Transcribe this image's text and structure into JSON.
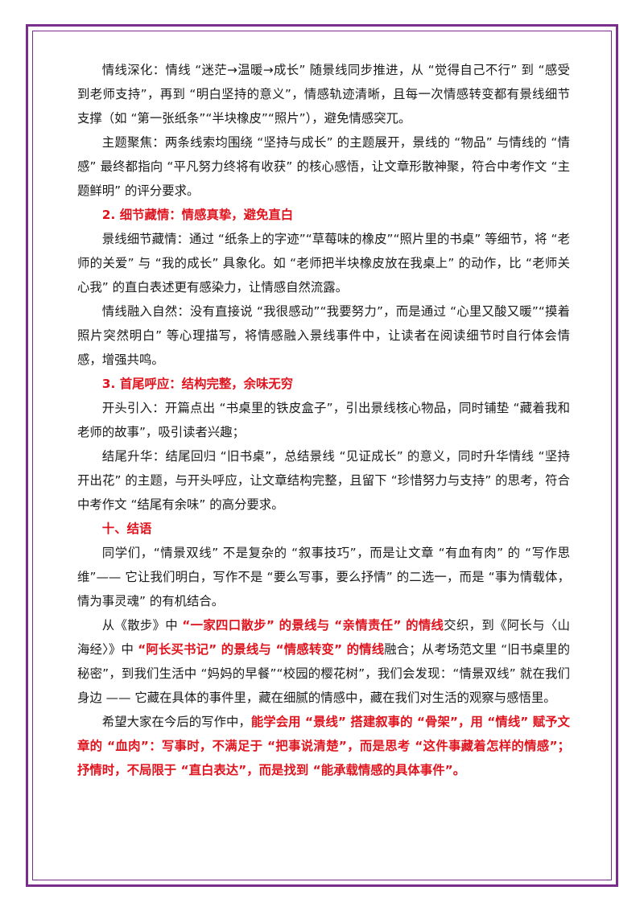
{
  "colors": {
    "accent_red": "#e0141e",
    "frame_purple": "#7a2e8c"
  },
  "p1": "情线深化：情线 “迷茫→温暖→成长” 随景线同步推进，从 “觉得自己不行” 到 “感受到老师支持”，再到 “明白坚持的意义”，情感轨迹清晰，且每一次情感转变都有景线细节支撑（如 “第一张纸条”“半块橡皮”“照片”），避免情感突兀。",
  "p2": "主题聚焦：两条线索均围绕 “坚持与成长” 的主题展开，景线的 “物品” 与情线的 “情感” 最终都指向 “平凡努力终将有收获” 的核心感悟，让文章形散神聚，符合中考作文 “主题鲜明” 的评分要求。",
  "h2": "2. 细节藏情：情感真挚，避免直白",
  "p3": "景线细节藏情：通过 “纸条上的字迹”“草莓味的橡皮”“照片里的书桌” 等细节，将 “老师的关爱” 与 “我的成长” 具象化。如 “老师把半块橡皮放在我桌上” 的动作，比 “老师关心我” 的直白表述更有感染力，让情感自然流露。",
  "p4": "情线融入自然：没有直接说 “我很感动”“我要努力”，而是通过 “心里又酸又暖”“摸着照片突然明白” 等心理描写，将情感融入景线事件中，让读者在阅读细节时自行体会情感，增强共鸣。",
  "h3": "3. 首尾呼应：结构完整，余味无穷",
  "p5": "开头引入：开篇点出 “书桌里的铁皮盒子”，引出景线核心物品，同时铺垫 “藏着我和老师的故事”，吸引读者兴趣；",
  "p6": "结尾升华：结尾回归 “旧书桌”，总结景线 “见证成长” 的意义，同时升华情线 “坚持开出花” 的主题，与开头呼应，让文章结构完整，且留下 “珍惜努力与支持” 的思考，符合中考作文 “结尾有余味” 的高分要求。",
  "h10": "十、结语",
  "p7": "同学们，“情景双线” 不是复杂的 “叙事技巧”，而是让文章 “有血有肉” 的 “写作思维”—— 它让我们明白，写作不是 “要么写事，要么抒情” 的二选一，而是 “事为情载体，情为事灵魂” 的有机结合。",
  "p8": {
    "a": "从《散步》中 ",
    "b": "“一家四口散步” 的景线与 “亲情责任” 的情线",
    "c": "交织，到《阿长与〈山海经〉》中 ",
    "d": "“阿长买书记” 的景线与 “情感转变” 的情线",
    "e": "融合；从考场范文里 “旧书桌里的秘密”，到我们生活中 “妈妈的早餐”“校园的樱花树”，我们会发现：“情景双线” 就在我们身边 —— 它藏在具体的事件里，藏在细腻的情感中，藏在我们对生活的观察与感悟里。"
  },
  "p9": {
    "a": "希望大家在今后的写作中，",
    "b": "能学会用 “景线” 搭建叙事的 “骨架”，用 “情线” 赋予文章的 “血肉”：写事时，不满足于 “把事说清楚”，而是思考 “这件事藏着怎样的情感”；抒情时，不局限于 “直白表达”，而是找到 “能承载情感的具体事件”。"
  }
}
